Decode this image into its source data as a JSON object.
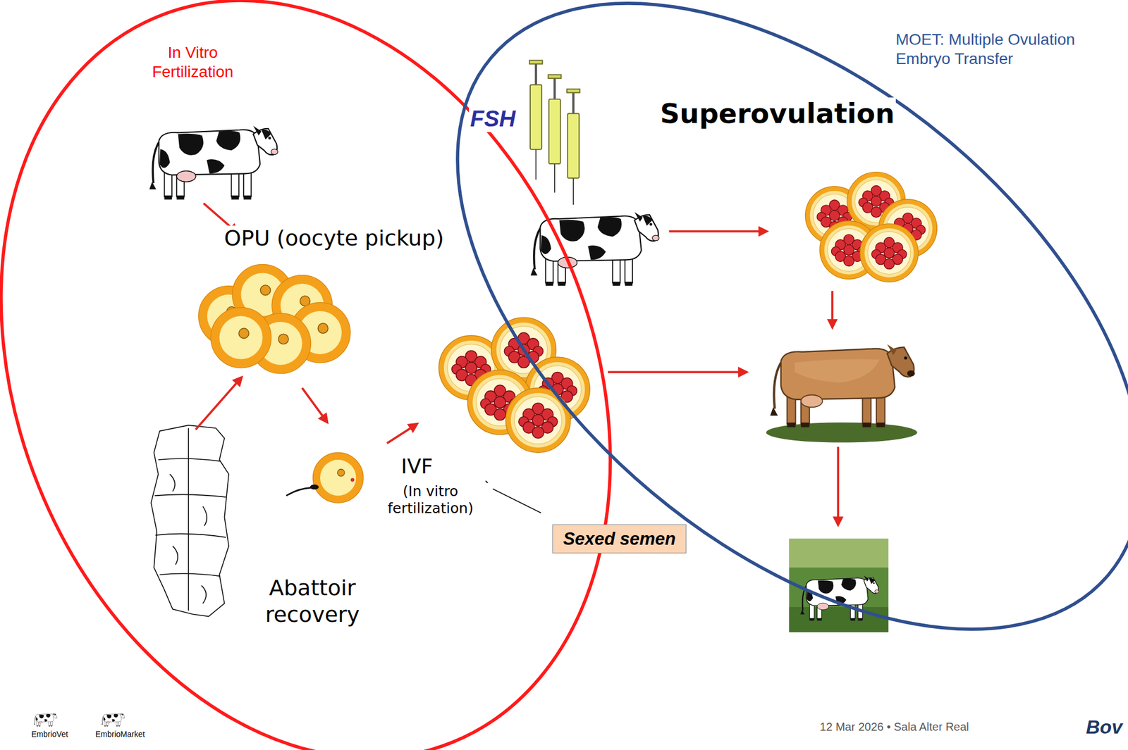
{
  "diagram": {
    "nodes": [
      {
        "text": [
          "In Vitro Fertilization"
        ]
      },
      {
        "text": [
          "MOET: Multiple Ovulation Embryo Transfer"
        ]
      },
      {
        "text": [
          "Sexed semen"
        ]
      }
    ],
    "labels": [
      "FSH",
      "Superovulation",
      "OPU (oocyte pickup)",
      "IVF",
      "(In vitro fertilization)",
      "Abattoir recovery",
      "EmbrioVet",
      "EmbrioMarket",
      "12 Mar 2026 • Sala Alter Real",
      "Bov"
    ]
  }
}
